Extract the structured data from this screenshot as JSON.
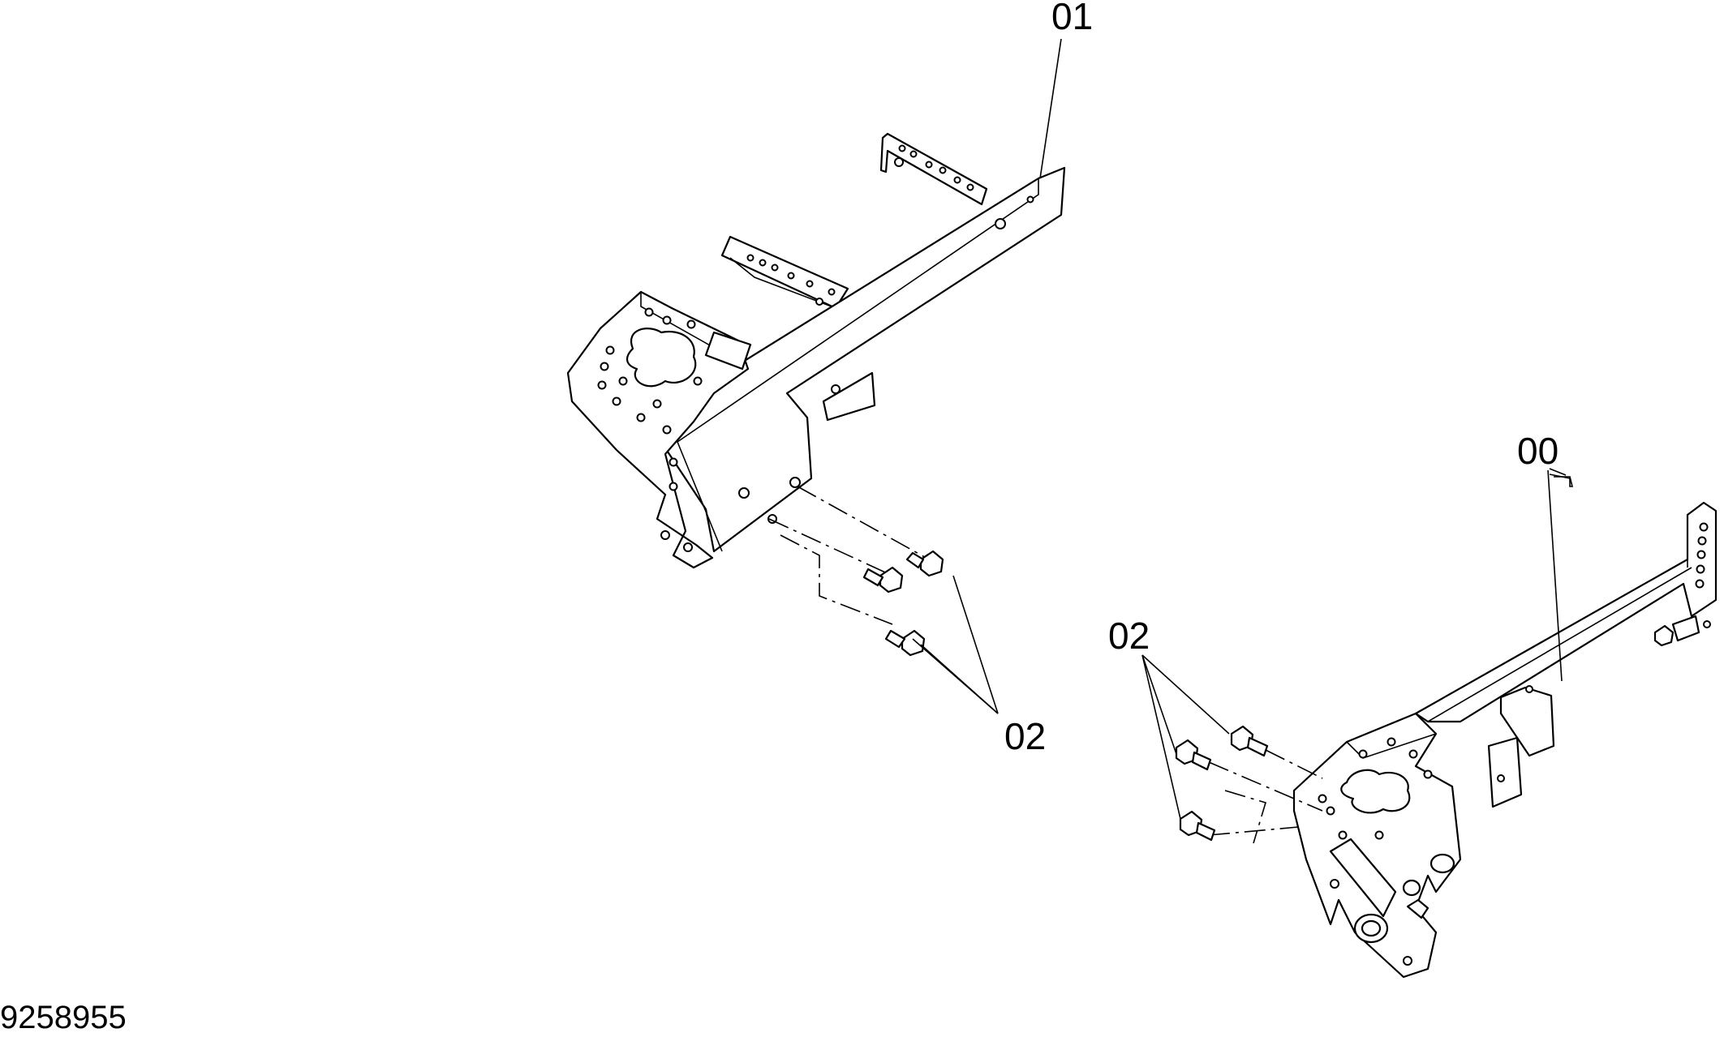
{
  "labels": {
    "assembly": "00",
    "frame": "01",
    "bolts_upper": "02",
    "bolts_lower": "02"
  },
  "document_id": "9258955"
}
